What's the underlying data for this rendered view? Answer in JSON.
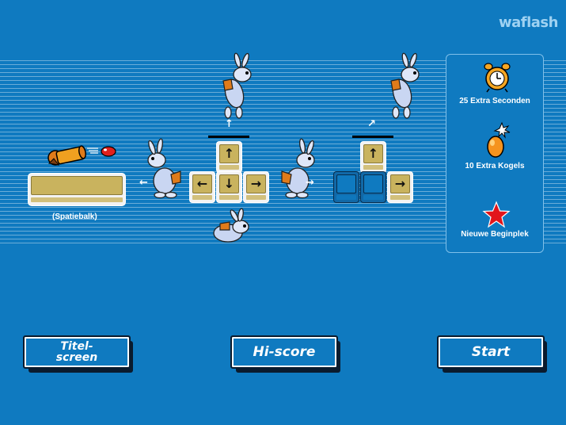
{
  "brand": {
    "logo_text": "waflash"
  },
  "controls": {
    "spacebar_caption": "(Spatiebalk)",
    "keys": {
      "left": "←",
      "down": "↓",
      "right": "→",
      "up": "↑",
      "up2": "↑",
      "right2": "→"
    },
    "motion_arrows": {
      "left": "←",
      "right": "→",
      "up": "↑",
      "diagonal": "↗"
    }
  },
  "bonuses": [
    {
      "label": "25 Extra Seconden",
      "icon": "alarm-clock-icon"
    },
    {
      "label": "10 Extra Kogels",
      "icon": "egg-bomb-icon"
    },
    {
      "label": "Nieuwe Beginplek",
      "icon": "red-star-icon"
    }
  ],
  "buttons": {
    "title_line1": "Titel-",
    "title_line2": "screen",
    "hiscore": "Hi-score",
    "start": "Start"
  },
  "colors": {
    "background": "#0f7ac0",
    "key_face": "#c9b35e",
    "button_shadow": "#0a1b2e"
  }
}
